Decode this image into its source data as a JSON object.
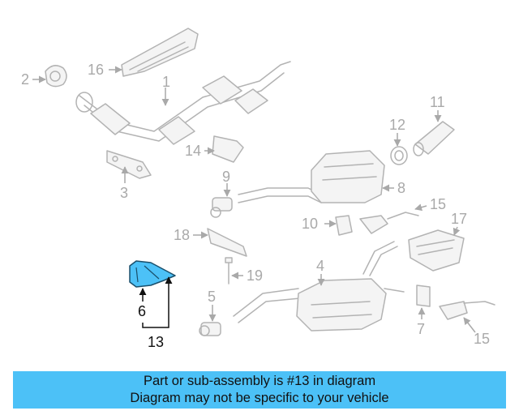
{
  "colors": {
    "highlight": "#4cc1f7",
    "part_outline": "#b3b3b3",
    "label_gray": "#a9a9a9",
    "label_dark": "#111111"
  },
  "callouts": {
    "c1": "1",
    "c2": "2",
    "c3": "3",
    "c4": "4",
    "c5": "5",
    "c6": "6",
    "c7": "7",
    "c8": "8",
    "c9": "9",
    "c10": "10",
    "c11": "11",
    "c12": "12",
    "c13": "13",
    "c14": "14",
    "c15a": "15",
    "c15b": "15",
    "c16": "16",
    "c17": "17",
    "c18": "18",
    "c19": "19"
  },
  "highlighted_part": "6",
  "banner": {
    "line1": "Part or sub-assembly is #13 in diagram",
    "line2": "Diagram may not be specific to your vehicle"
  }
}
